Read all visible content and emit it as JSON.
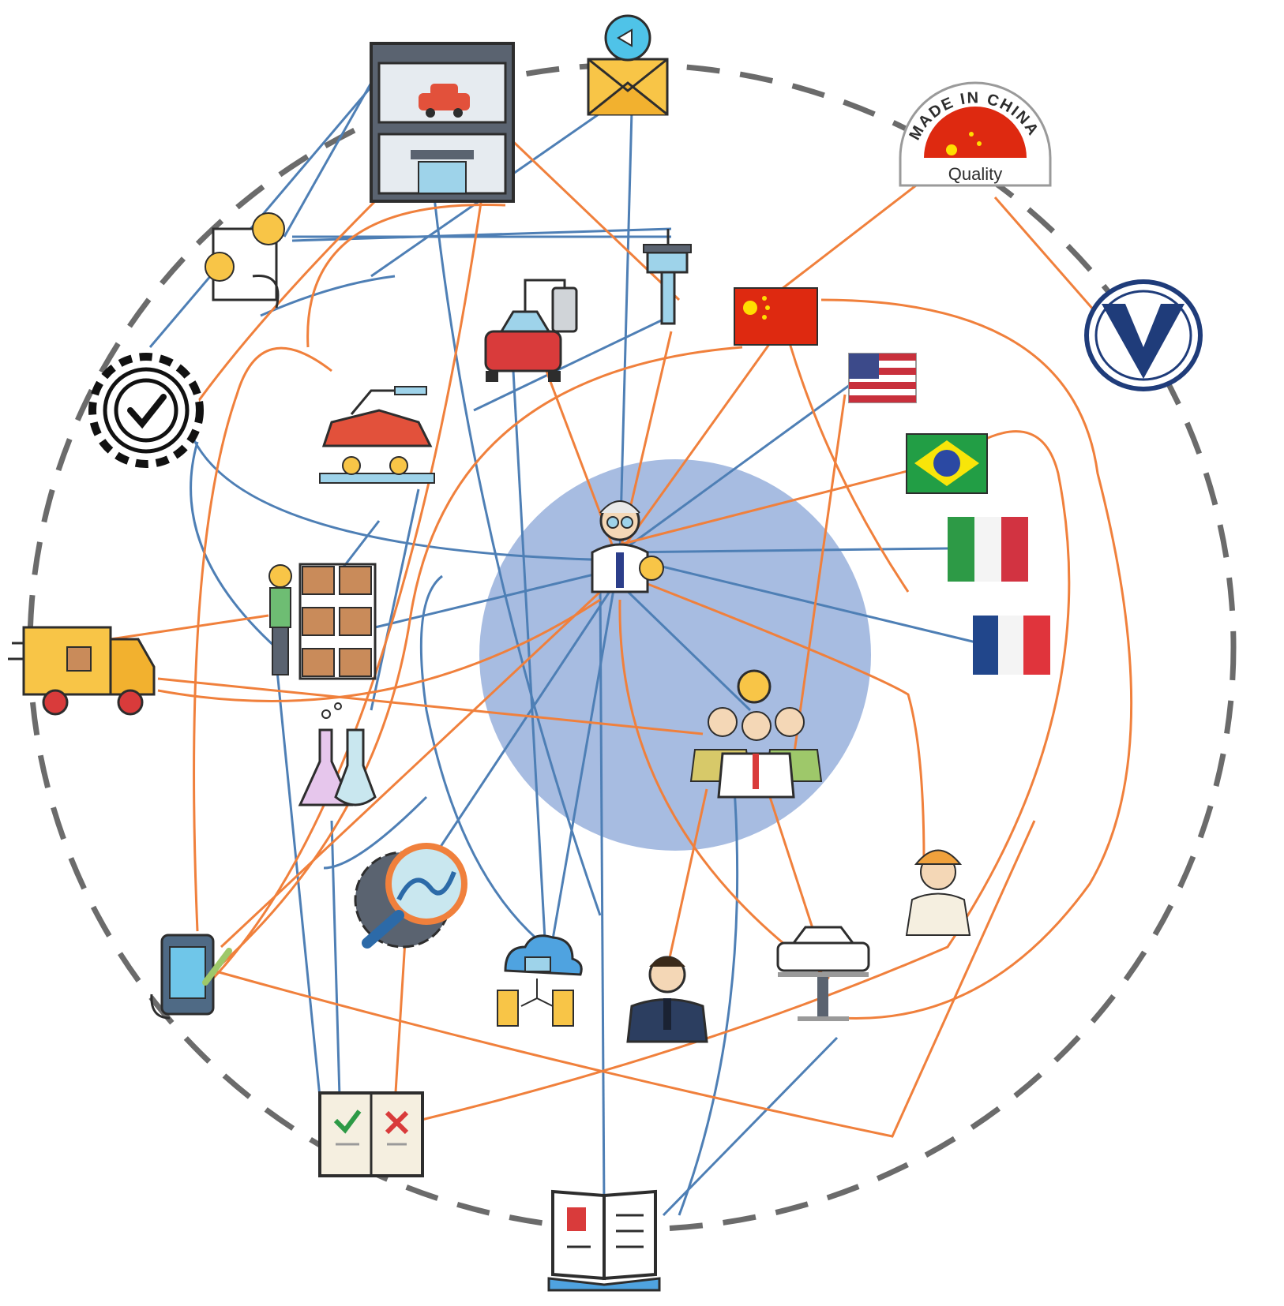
{
  "badge": {
    "arc_text": "MADE IN CHINA",
    "word": "Quality"
  },
  "colors": {
    "blue_link": "#4e7fb5",
    "orange_link": "#f0803c",
    "dashed_ring": "#6b6b6b",
    "center_disc": "#98b0dc",
    "china_red": "#de2910",
    "star_yellow": "#ffde00",
    "brand_navy": "#1f3c7a"
  },
  "nodes": [
    "dealership-icon",
    "marketing-mail-icon",
    "made-in-china-quality-badge",
    "brand-logo-icon",
    "team-meeting-icon",
    "control-tower-icon",
    "china-flag-icon",
    "usa-flag-icon",
    "brazil-flag-icon",
    "italy-flag-icon",
    "france-flag-icon",
    "certification-gear-icon",
    "car-diagnostics-icon",
    "assembly-line-icon",
    "warehouse-worker-icon",
    "delivery-truck-icon",
    "lab-flasks-icon",
    "central-expert-icon",
    "innovation-team-icon",
    "construction-worker-icon",
    "analysis-gear-icon",
    "cloud-data-icon",
    "businessman-icon",
    "car-lift-icon",
    "mobile-checklist-icon",
    "approval-checklist-book-icon",
    "open-book-icon"
  ]
}
